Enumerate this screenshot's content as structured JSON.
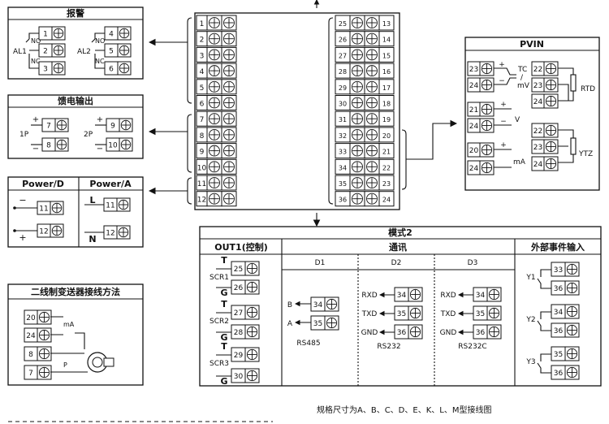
{
  "alarm": {
    "title": "报警",
    "al1": "AL1",
    "al2": "AL2",
    "no": "NO",
    "nc": "NC",
    "pins": [
      "1",
      "2",
      "3",
      "4",
      "5",
      "6"
    ]
  },
  "feed": {
    "title": "馈电输出",
    "p1": "1P",
    "p2": "2P",
    "pins": [
      "7",
      "8",
      "9",
      "10"
    ],
    "plus": "+",
    "minus": "−"
  },
  "power": {
    "title_d": "Power/D",
    "title_a": "Power/A",
    "minus": "−",
    "plus": "+",
    "l": "L",
    "n": "N",
    "pins": [
      "11",
      "12"
    ]
  },
  "center": {
    "left_pins": [
      "1",
      "2",
      "3",
      "4",
      "5",
      "6",
      "7",
      "8",
      "9",
      "10",
      "11",
      "12"
    ],
    "right_pairs": [
      [
        "25",
        "13"
      ],
      [
        "26",
        "14"
      ],
      [
        "27",
        "15"
      ],
      [
        "28",
        "16"
      ],
      [
        "29",
        "17"
      ],
      [
        "30",
        "18"
      ],
      [
        "31",
        "19"
      ],
      [
        "32",
        "20"
      ],
      [
        "33",
        "21"
      ],
      [
        "34",
        "22"
      ],
      [
        "35",
        "23"
      ],
      [
        "36",
        "24"
      ]
    ]
  },
  "pvin": {
    "title": "PVIN",
    "tc": "TC",
    "slash": "/",
    "mv": "mV",
    "rtd": "RTD",
    "v": "V",
    "ma": "mA",
    "ytz": "YTZ",
    "plus": "+",
    "minus": "−",
    "left_pins": [
      "23",
      "24",
      "21",
      "24",
      "20",
      "24"
    ],
    "right_pins": [
      "22",
      "23",
      "24",
      "22",
      "23",
      "24"
    ]
  },
  "mode2": {
    "title": "模式2",
    "out1": "OUT1(控制)",
    "comm": "通讯",
    "ext": "外部事件输入",
    "d1": "D1",
    "d2": "D2",
    "d3": "D3",
    "scr1": "SCR1",
    "scr2": "SCR2",
    "scr3": "SCR3",
    "t": "T",
    "g": "G",
    "out_pins": [
      "25",
      "26",
      "27",
      "28",
      "29",
      "30"
    ],
    "b": "B",
    "a": "A",
    "rs485": "RS485",
    "rxd": "RXD",
    "txd": "TXD",
    "gnd": "GND",
    "rs232": "RS232",
    "rs232c": "RS232C",
    "comm_pins": [
      "34",
      "35",
      "36"
    ],
    "y1": "Y1",
    "y2": "Y2",
    "y3": "Y3",
    "ext_pins": [
      [
        "33",
        "36"
      ],
      [
        "34",
        "36"
      ],
      [
        "35",
        "36"
      ]
    ]
  },
  "twowire": {
    "title": "二线制变送器接线方法",
    "pins": [
      "20",
      "24",
      "8",
      "7"
    ],
    "ma": "mA",
    "p": "P"
  },
  "footer": {
    "caption": "规格尺寸为A、B、C、D、E、K、L、M型接线图"
  }
}
